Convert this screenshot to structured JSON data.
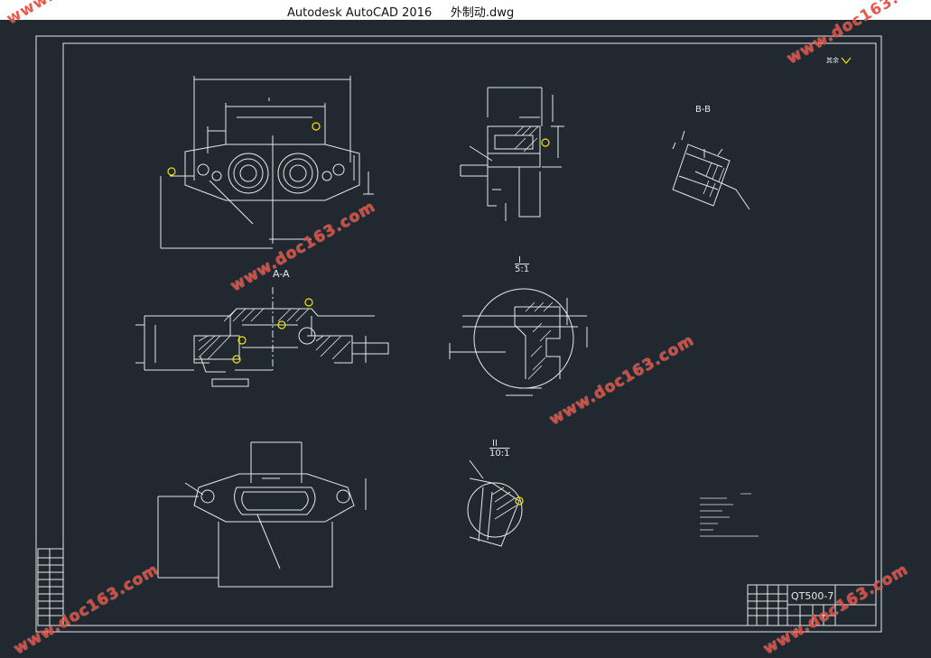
{
  "window": {
    "app": "Autodesk AutoCAD 2016",
    "file": "外制动.dwg"
  },
  "drawing": {
    "section_AA": "A-A",
    "section_BB": "B-B",
    "detail_I_label": "I",
    "detail_I_scale": "5:1",
    "detail_II_label": "II",
    "detail_II_scale": "10:1",
    "title_block_material": "QT500-7",
    "roughness_note": "其余"
  },
  "watermark": {
    "text": "www.doc163.com"
  },
  "colors": {
    "background": "#212830",
    "line": "#e8e8e8",
    "highlight": "#f2e600",
    "watermark": "#e84a3c"
  }
}
